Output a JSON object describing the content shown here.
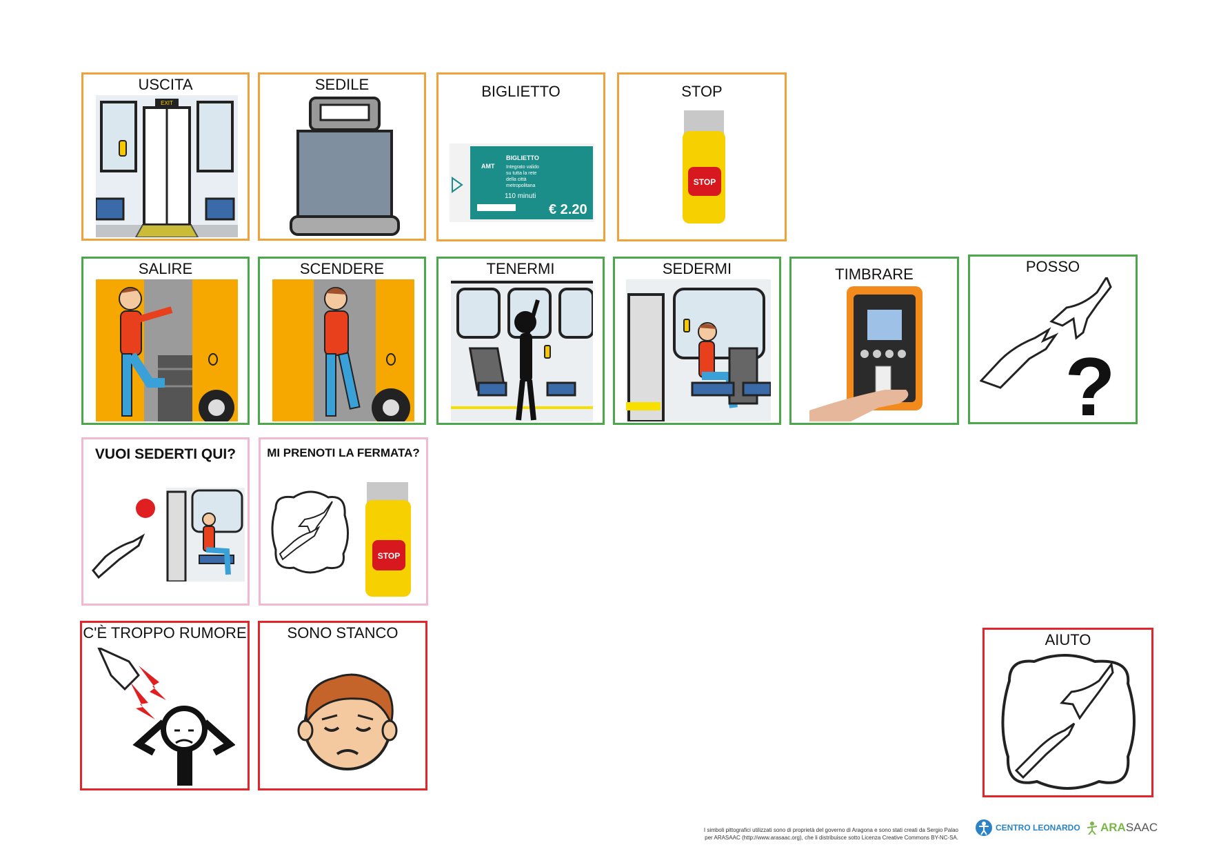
{
  "cards": {
    "uscita": {
      "label": "USCITA",
      "exit_sign": "EXIT"
    },
    "sedile": {
      "label": "SEDILE"
    },
    "biglietto": {
      "label": "BIGLIETTO",
      "ticket_title": "BIGLIETTO",
      "ticket_brand": "AMT",
      "ticket_desc1": "Integrato valido",
      "ticket_desc2": "su tutta la rete",
      "ticket_desc3": "della città",
      "ticket_desc4": "metropolitana",
      "ticket_duration": "110 minuti",
      "ticket_price": "€ 2.20"
    },
    "stop": {
      "label": "STOP",
      "button_text": "STOP"
    },
    "salire": {
      "label": "SALIRE"
    },
    "scendere": {
      "label": "SCENDERE"
    },
    "tenermi": {
      "label": "TENERMI"
    },
    "sedermi": {
      "label": "SEDERMI"
    },
    "timbrare": {
      "label": "TIMBRARE"
    },
    "posso": {
      "label": "POSSO"
    },
    "vuoi_sederti": {
      "label": "VUOI SEDERTI QUI?"
    },
    "mi_prenoti": {
      "label": "MI PRENOTI LA FERMATA?",
      "button_text": "STOP"
    },
    "troppo_rumore": {
      "label": "C'È TROPPO RUMORE"
    },
    "sono_stanco": {
      "label": "SONO STANCO"
    },
    "aiuto": {
      "label": "AIUTO"
    }
  },
  "footer": {
    "credit_line1": "I simboli pittografici utilizzati sono di proprietà del governo di Aragona e sono stati creati da Sergio Palao",
    "credit_line2": "per ARASAAC (http://www.arasaac.org), che li distribuisce sotto Licenza Creative Commons BY-NC-SA.",
    "logo_centro": "CENTRO LEONARDO",
    "logo_ara": "ARA",
    "logo_saac": "SAAC"
  },
  "colors": {
    "orange": "#f0a23a",
    "green": "#4aa84a",
    "pink": "#f2b8d0",
    "red": "#e0262a",
    "bus_yellow": "#f7a800"
  }
}
